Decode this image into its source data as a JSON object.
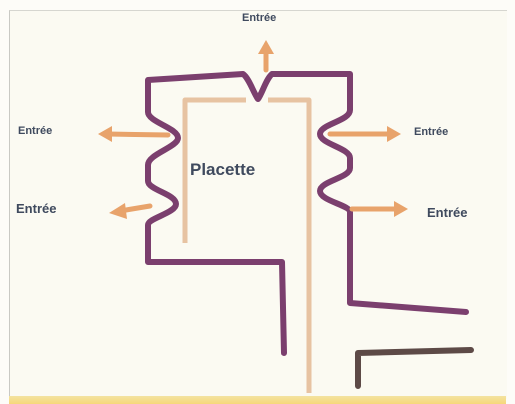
{
  "diagram": {
    "center_label": "Placette",
    "labels": {
      "top": "Entrée",
      "left_upper": "Entrée",
      "left_lower": "Entrée",
      "right_upper": "Entrée",
      "right_lower": "Entrée"
    },
    "colors": {
      "road_outline": "#7b3f6e",
      "inner_square": "#e7c3a2",
      "arrow": "#e8a36b",
      "dark_line": "#5d4a47"
    }
  }
}
